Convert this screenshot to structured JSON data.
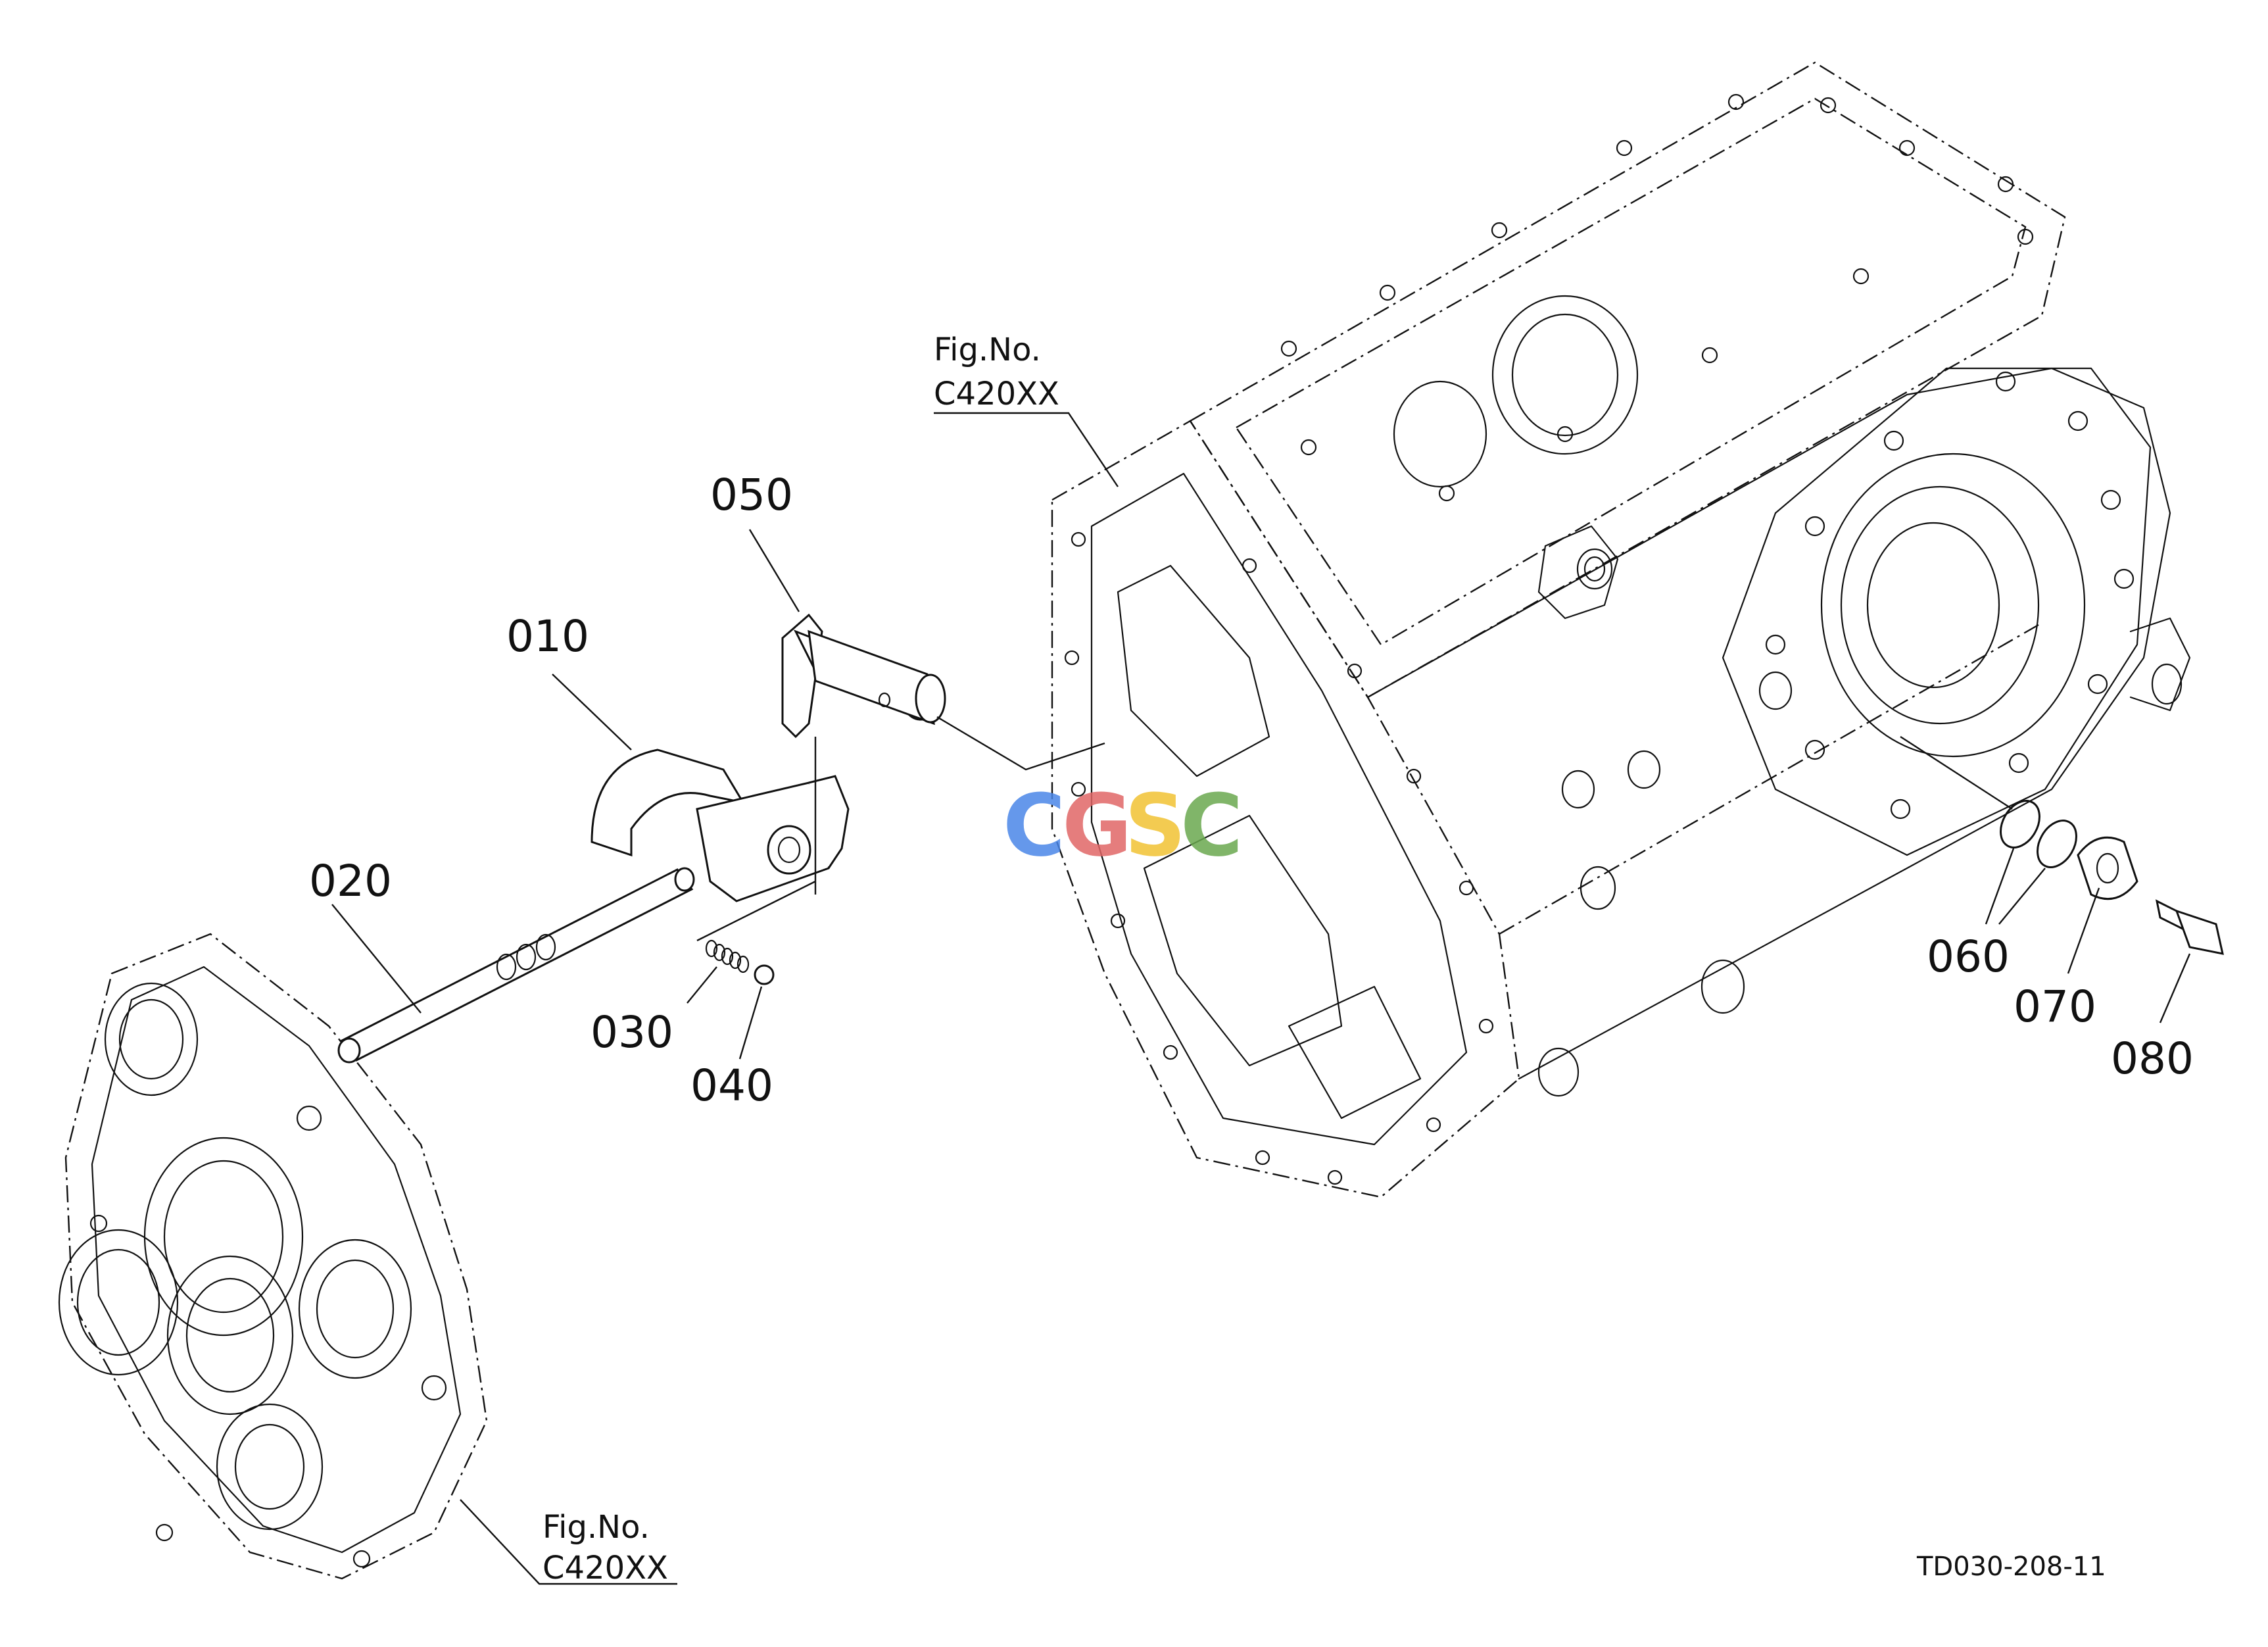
{
  "parts": {
    "p010": "010",
    "p020": "020",
    "p030": "030",
    "p040": "040",
    "p050": "050",
    "p060": "060",
    "p070": "070",
    "p080": "080"
  },
  "references": {
    "upper": {
      "line1": "Fig.No.",
      "line2": "C420XX"
    },
    "lower": {
      "line1": "Fig.No.",
      "line2": "C420XX"
    }
  },
  "drawing_code": "TD030-208-11",
  "watermark": {
    "letters": [
      "C",
      "G",
      "S",
      "C"
    ],
    "colors": [
      "#4a86e8",
      "#e06666",
      "#f1c232",
      "#6aa84f"
    ]
  }
}
